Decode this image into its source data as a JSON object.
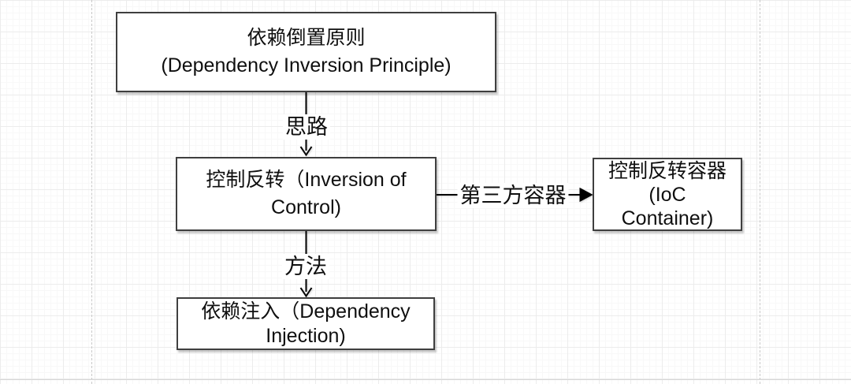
{
  "nodes": {
    "dip": {
      "lines": [
        "依赖倒置原则",
        "(Dependency Inversion Principle)"
      ]
    },
    "ioc": {
      "lines": [
        "控制反转（Inversion of",
        "Control)"
      ]
    },
    "container": {
      "lines": [
        "控制反转容器",
        "(IoC",
        "Container)"
      ]
    },
    "di": {
      "lines": [
        "依赖注入（Dependency",
        "Injection)"
      ]
    }
  },
  "edges": {
    "dip_to_ioc": {
      "label": "思路"
    },
    "ioc_to_di": {
      "label": "方法"
    },
    "ioc_to_container": {
      "label": "第三方容器"
    }
  },
  "colors": {
    "background": "#ffffff",
    "grid_major": "#ececec",
    "grid_minor": "#f8f8f8",
    "page_boundary": "#c8c8c8",
    "page_boundary_h": "#d6d6d6",
    "box_border": "#3f3f3f",
    "box_fill": "#ffffff",
    "text": "#0f0f0f",
    "arrow": "#000000"
  }
}
